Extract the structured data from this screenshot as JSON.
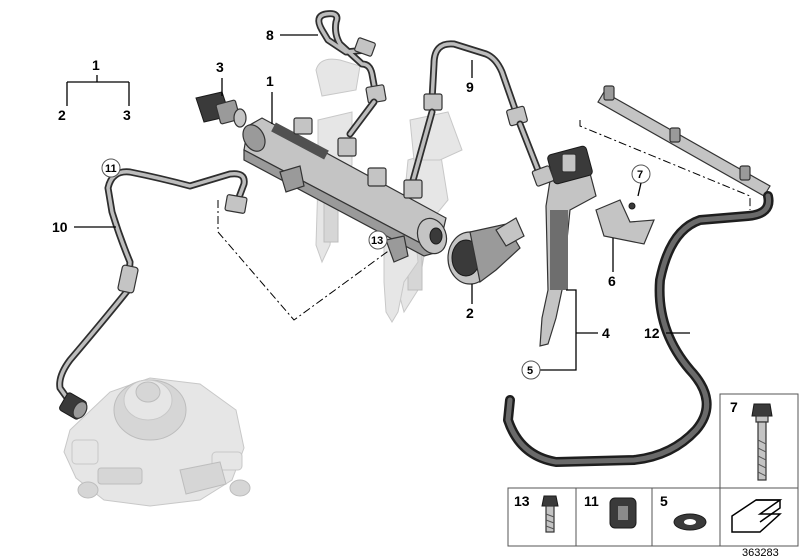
{
  "callouts": {
    "tree_top": "1",
    "tree_left": "2",
    "tree_right": "3",
    "sensor_3": "3",
    "rail_1": "1",
    "pipe_8": "8",
    "pipe_9": "9",
    "ring_11": "11",
    "pipe_10": "10",
    "ring_13": "13",
    "valve_2": "2",
    "ring_7": "7",
    "bracket_6": "6",
    "injector_4": "4",
    "ring_5": "5",
    "hose_12": "12"
  },
  "legend": {
    "bolt_7": "7",
    "bolt_13": "13",
    "grommet_11": "11",
    "washer_5": "5"
  },
  "figure_number": "363283"
}
